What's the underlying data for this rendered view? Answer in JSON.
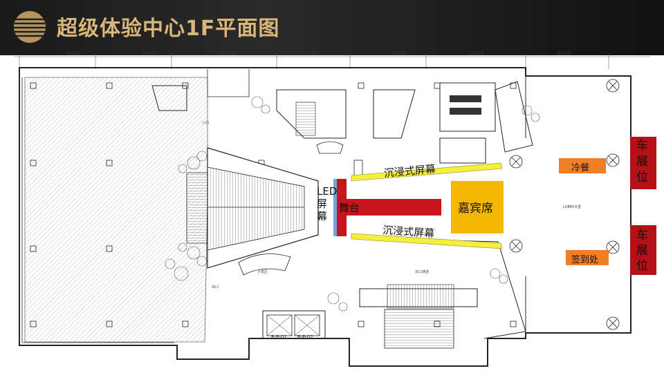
{
  "header": {
    "title": "超级体验中心1F平面图"
  },
  "dimensions": [
    "8400",
    "8400",
    "10800",
    "8400",
    "8400",
    "10800",
    "6000"
  ],
  "labels": {
    "led_screen": "LED\n屏\n幕",
    "stage": "舞台",
    "vip_seats": "嘉宾席",
    "screen_top": "沉浸式屏幕",
    "screen_bottom": "沉浸式屏幕",
    "cold_food": "冷餐",
    "sign_in": "签到处",
    "car_booth_top": "车\n展\n位",
    "car_booth_bottom": "车\n展\n位"
  },
  "room_tags": {
    "rp01": "R-P-01",
    "rp02": "R-P-02",
    "lobby": "LOBBY大堂",
    "entrance": "入口",
    "sofa_area": "沙发区",
    "exit": "出口",
    "exit_corridor": "出口通道"
  },
  "colors": {
    "header_bg": "#1f1f1f",
    "title_gold": "#d9b77a",
    "stage_red": "#c8151c",
    "car_red": "#b51218",
    "vip_yellow": "#f5b800",
    "cold_orange": "#f07e26",
    "screen_yellow": "#f3ef3b",
    "led_blue": "#6fa7d8"
  }
}
